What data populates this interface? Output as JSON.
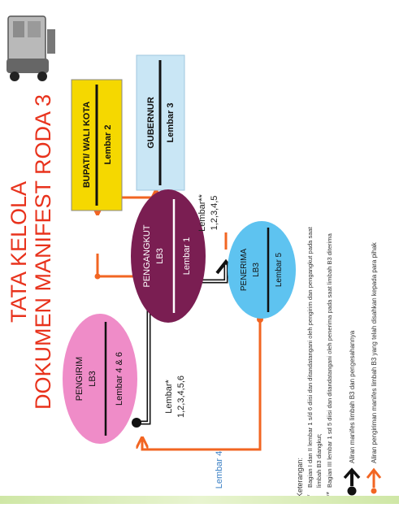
{
  "title": {
    "line1": "TATA KELOLA",
    "line2": "DOKUMEN MANIFEST RODA 3"
  },
  "colors": {
    "title": "#e8321c",
    "orange_arrow": "#f26522",
    "black_arrow": "#111111",
    "pengirim": "#ef8cc8",
    "pengangkut": "#7a1e52",
    "penerima": "#5ec3f0",
    "bupati": "#f5d800",
    "gubernur": "#c9e6f5",
    "lembar4_label": "#3a7fc4"
  },
  "nodes": {
    "pengirim": {
      "name": "PENGIRIM",
      "sub": "LB3",
      "sheet": "Lembar 4 & 6"
    },
    "pengangkut": {
      "name": "PENGANGKUT",
      "sub": "LB3",
      "sheet": "Lembar 1"
    },
    "penerima": {
      "name": "PENERIMA",
      "sub": "LB3",
      "sheet": "Lembar 5"
    },
    "bupati": {
      "name": "BUPATI/ WALI KOTA",
      "sheet": "Lembar 2"
    },
    "gubernur": {
      "name": "GUBERNUR",
      "sheet": "Lembar 3"
    }
  },
  "labels": {
    "lembar_a_title": "Lembar*",
    "lembar_a_nums": "1,2,3,4,5,6",
    "lembar_b_title": "Lembar**",
    "lembar_b_nums": "1,2,3,4,5",
    "lembar4": "Lembar 4"
  },
  "legend": {
    "heading": "Keterangan:",
    "note1_mark": "*",
    "note1_line1": "Bagian I dan II lembar 1 s/d 6 diisi dan ditandatangani oleh pengirim dan pengangkut pada saat",
    "note1_line2": "limbah B3 diangkut;",
    "note2_mark": "**",
    "note2_line1": "Bagian III lembar 1 sd 5 diisi dan ditandatangani oleh penerima pada saat limbah B3 diterima",
    "black_label": "Aliran manifes limbah B3 dan pengesahannya",
    "orange_label": "Aliran pengiriman manifes limbah B3 yang telah disahkan kepada para pihak"
  }
}
